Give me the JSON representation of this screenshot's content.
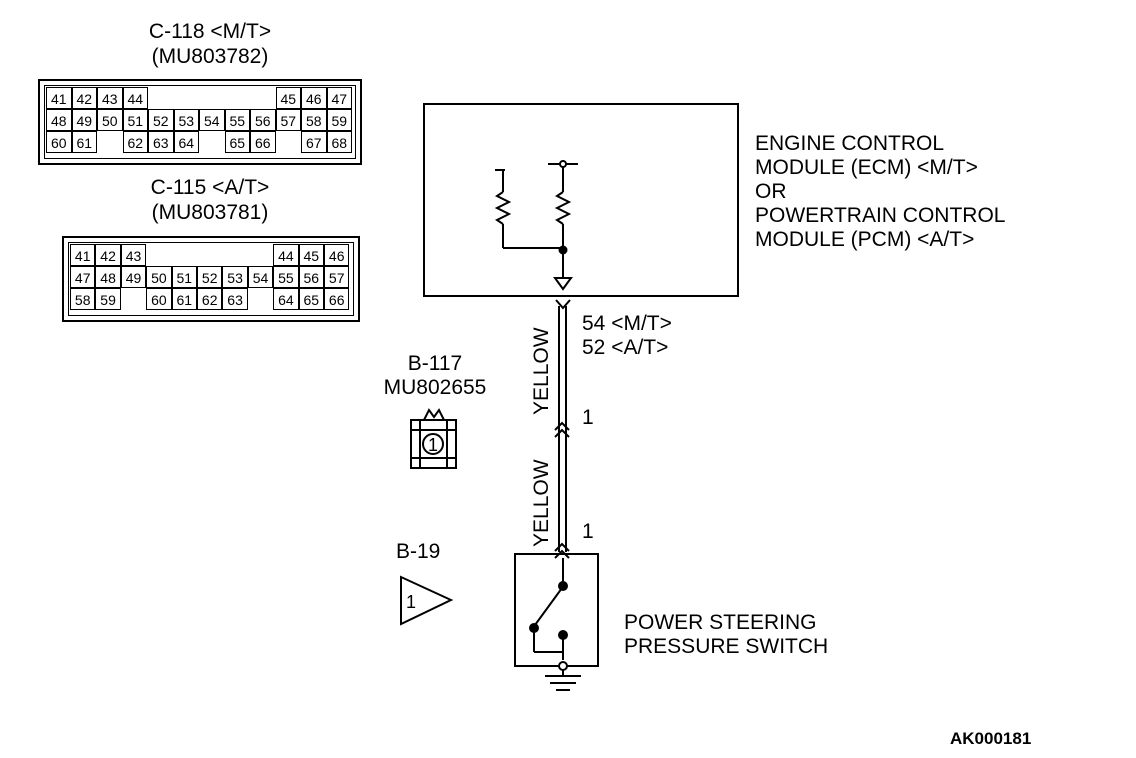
{
  "connectors": {
    "c118": {
      "name": "C-118 <M/T>",
      "part": "(MU803782)",
      "rows": [
        [
          "41",
          "42",
          "43",
          "44",
          "",
          "",
          "",
          "",
          "",
          "45",
          "46",
          "47"
        ],
        [
          "48",
          "49",
          "50",
          "51",
          "52",
          "53",
          "54",
          "55",
          "56",
          "57",
          "58",
          "59"
        ],
        [
          "60",
          "61",
          "",
          "62",
          "63",
          "64",
          "",
          "65",
          "66",
          "",
          "67",
          "68"
        ]
      ]
    },
    "c115": {
      "name": "C-115 <A/T>",
      "part": "(MU803781)",
      "rows": [
        [
          "41",
          "42",
          "43",
          "",
          "",
          "",
          "",
          "",
          "44",
          "45",
          "46"
        ],
        [
          "47",
          "48",
          "49",
          "50",
          "51",
          "52",
          "53",
          "54",
          "55",
          "56",
          "57"
        ],
        [
          "58",
          "59",
          "",
          "60",
          "61",
          "62",
          "63",
          "",
          "64",
          "65",
          "66"
        ]
      ]
    },
    "b117": {
      "name": "B-117",
      "part": "MU802655",
      "pin": "1"
    },
    "b19": {
      "name": "B-19",
      "pin": "1"
    }
  },
  "ecm": {
    "line1": "ENGINE CONTROL",
    "line2": "MODULE (ECM) <M/T>",
    "line3": "OR",
    "line4": "POWERTRAIN CONTROL",
    "line5": "MODULE (PCM) <A/T>"
  },
  "wires": {
    "upper_color": "YELLOW",
    "lower_color": "YELLOW",
    "ecm_term_mt": "54 <M/T>",
    "ecm_term_at": "52 <A/T>",
    "junction_pin_upper": "1",
    "junction_pin_lower": "1"
  },
  "switch": {
    "line1": "POWER STEERING",
    "line2": "PRESSURE SWITCH"
  },
  "figure_id": "AK000181"
}
